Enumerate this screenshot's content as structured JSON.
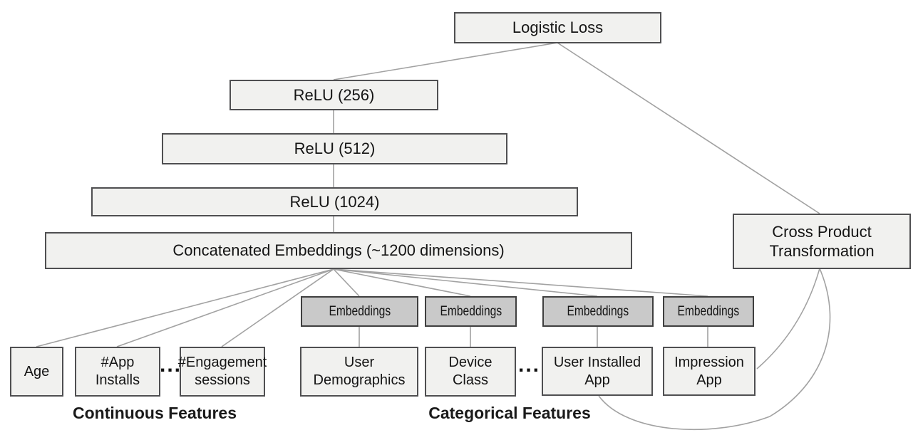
{
  "diagram_type": "neural-network-architecture",
  "colors": {
    "box_fill": "#f1f1ef",
    "box_border": "#4f4f51",
    "embedding_fill": "#c9c9c9",
    "embedding_border": "#3f3f3f",
    "connector_line": "#a2a2a2",
    "text": "#151515"
  },
  "nodes": {
    "logistic_loss": "Logistic Loss",
    "relu_256": "ReLU (256)",
    "relu_512": "ReLU (512)",
    "relu_1024": "ReLU (1024)",
    "concatenated_embeddings": "Concatenated Embeddings (~1200 dimensions)",
    "cross_product": "Cross Product Transformation",
    "embeddings": "Embeddings",
    "age": "Age",
    "app_installs": "#App Installs",
    "engagement_sessions": "#Engagement sessions",
    "user_demographics": "User Demographics",
    "device_class": "Device Class",
    "user_installed_app": "User Installed App",
    "impression_app": "Impression App",
    "ellipsis": "..."
  },
  "group_labels": {
    "continuous": "Continuous Features",
    "categorical": "Categorical Features"
  }
}
